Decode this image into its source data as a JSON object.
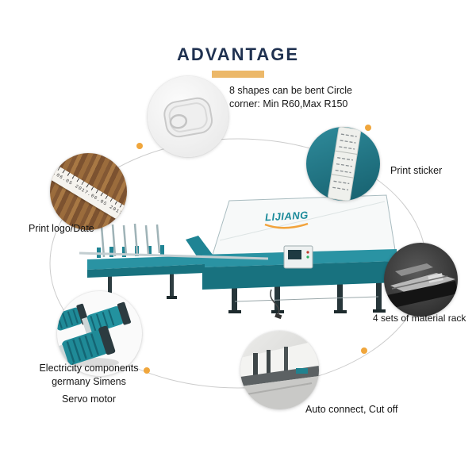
{
  "header": {
    "title": "ADVANTAGE"
  },
  "colors": {
    "accent": "#ecb869",
    "machine_teal": "#1f8494",
    "title_navy": "#1f3150",
    "dot_orange": "#f0a63c"
  },
  "machine": {
    "brand": "LIJIANG"
  },
  "callouts": {
    "bent": {
      "line1": "8 shapes can be bent Circle",
      "line2": "corner: Min R60,Max R150"
    },
    "sticker": {
      "label": "Print sticker"
    },
    "logo_date": {
      "label": "Print logo/Date",
      "tape_text": "2017.06.05   2017.06.05   2017.06.05"
    },
    "rack": {
      "label": "4 sets of material rack"
    },
    "connect": {
      "label": "Auto connect, Cut off"
    },
    "electric": {
      "line1": "Electricity components",
      "line2": "germany Simens",
      "line3": "Servo motor"
    }
  },
  "images": {
    "bent": "bent-profile-sample",
    "logo_date": "wood-with-printed-date-tape",
    "sticker": "spacer-bar-with-print-sticker",
    "rack": "material-rack-photo",
    "connect": "auto-connect-cutoff-photo",
    "electric": "teal-servo-motors-photo"
  }
}
